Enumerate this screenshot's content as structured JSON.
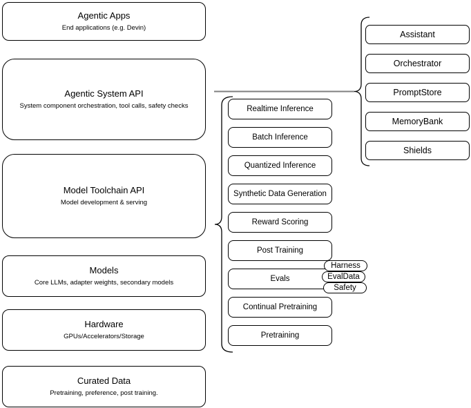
{
  "diagram": {
    "stack": [
      {
        "title": "Agentic Apps",
        "subtitle": "End applications (e.g. Devin)"
      },
      {
        "title": "Agentic System API",
        "subtitle": "System component orchestration, tool calls, safety checks"
      },
      {
        "title": "Model Toolchain API",
        "subtitle": "Model development & serving"
      },
      {
        "title": "Models",
        "subtitle": "Core LLMs, adapter weights, secondary models"
      },
      {
        "title": "Hardware",
        "subtitle": "GPUs/Accelerators/Storage"
      },
      {
        "title": "Curated Data",
        "subtitle": "Pretraining, preference, post training."
      }
    ],
    "toolchain_components": [
      {
        "label": "Realtime Inference"
      },
      {
        "label": "Batch Inference"
      },
      {
        "label": "Quantized Inference"
      },
      {
        "label": "Synthetic Data Generation"
      },
      {
        "label": "Reward Scoring"
      },
      {
        "label": "Post Training"
      },
      {
        "label": "Evals"
      },
      {
        "label": "Continual Pretraining"
      },
      {
        "label": "Pretraining"
      }
    ],
    "evals_badges": [
      {
        "label": "Harness"
      },
      {
        "label": "EvalData"
      },
      {
        "label": "Safety"
      }
    ],
    "system_components": [
      {
        "label": "Assistant"
      },
      {
        "label": "Orchestrator"
      },
      {
        "label": "PromptStore"
      },
      {
        "label": "MemoryBank"
      },
      {
        "label": "Shields"
      }
    ],
    "colors": {
      "stroke": "#000000",
      "connector_line": "#7f7f7f",
      "background": "#ffffff"
    }
  }
}
